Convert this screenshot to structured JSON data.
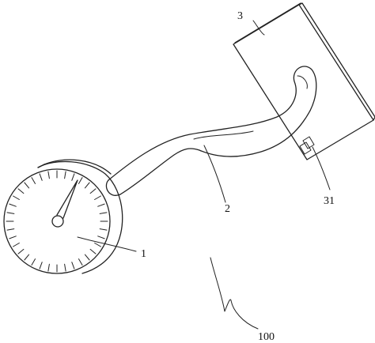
{
  "labels": {
    "gauge": "1",
    "hose": "2",
    "box": "3",
    "box_part": "31",
    "assembly": "100"
  },
  "gauge": {
    "tick_count": 36
  }
}
